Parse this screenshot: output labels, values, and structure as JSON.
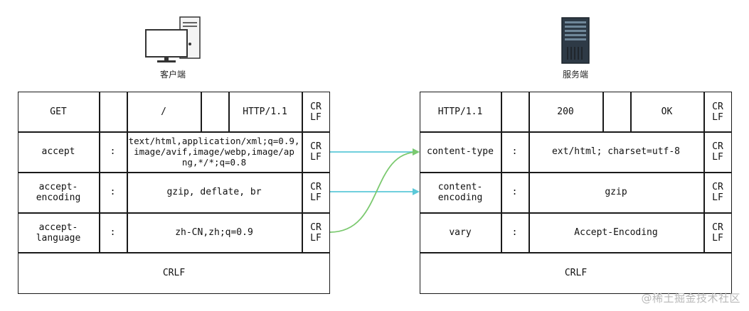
{
  "client": {
    "caption": "客户端",
    "request_line": {
      "method": "GET",
      "path": "/",
      "version": "HTTP/1.1",
      "crlf": "CR\nLF"
    },
    "headers": [
      {
        "name": "accept",
        "colon": ":",
        "value": "text/html,application/xml;q=0.9,\nimage/avif,image/webp,image/ap\nng,*/*;q=0.8",
        "crlf": "CR\nLF"
      },
      {
        "name": "accept-\nencoding",
        "colon": ":",
        "value": "gzip, deflate, br",
        "crlf": "CR\nLF"
      },
      {
        "name": "accept-\nlanguage",
        "colon": ":",
        "value": "zh-CN,zh;q=0.9",
        "crlf": "CR\nLF"
      }
    ],
    "final_crlf": "CRLF"
  },
  "server": {
    "caption": "服务端",
    "status_line": {
      "version": "HTTP/1.1",
      "code": "200",
      "reason": "OK",
      "crlf": "CR\nLF"
    },
    "headers": [
      {
        "name": "content-type",
        "colon": ":",
        "value": "ext/html; charset=utf-8",
        "crlf": "CR\nLF"
      },
      {
        "name": "content-\nencoding",
        "colon": ":",
        "value": "gzip",
        "crlf": "CR\nLF"
      },
      {
        "name": "vary",
        "colon": ":",
        "value": "Accept-Encoding",
        "crlf": "CR\nLF"
      }
    ],
    "final_crlf": "CRLF"
  },
  "arrow_colors": {
    "accept": "#5bc8d8",
    "encoding": "#5bc8d8",
    "language": "#7bc96f"
  },
  "watermark": "@稀土掘金技术社区"
}
